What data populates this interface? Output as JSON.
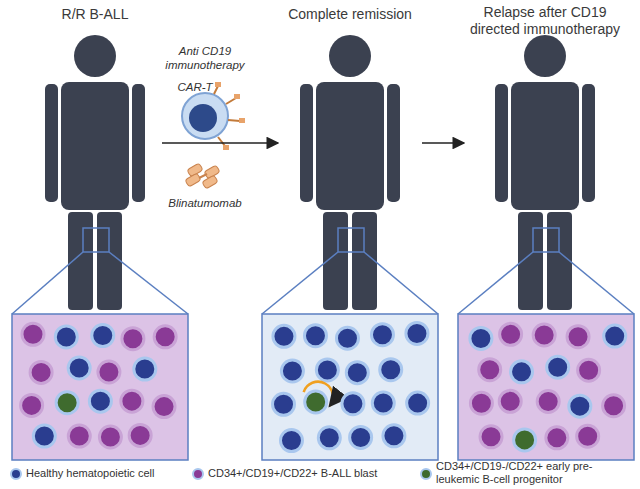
{
  "diagram": {
    "nodes": [
      {
        "text": [
          "R/R B-ALL"
        ]
      },
      {
        "text": [
          "Complete remission"
        ]
      },
      {
        "text": [
          "Relapse after CD19 directed immunotherapy"
        ]
      }
    ],
    "edges": [
      {
        "from": 0,
        "to": 1,
        "arrow": "to"
      },
      {
        "from": 1,
        "to": 2,
        "arrow": "to"
      }
    ],
    "labels": [
      "Anti CD19 immunotherapy",
      "CAR-T",
      "Blinatumomab"
    ],
    "legend": [
      {
        "text": "Healthy hematopoietic cell",
        "color": "#2a3d8f"
      },
      {
        "text": "CD34+/CD19+/CD22+ B-ALL blast",
        "color": "#8a3a96"
      },
      {
        "text": "CD34+/CD19-/CD22+ early pre-leukemic B-cell progenitor",
        "color": "#3f6b2e"
      }
    ]
  }
}
